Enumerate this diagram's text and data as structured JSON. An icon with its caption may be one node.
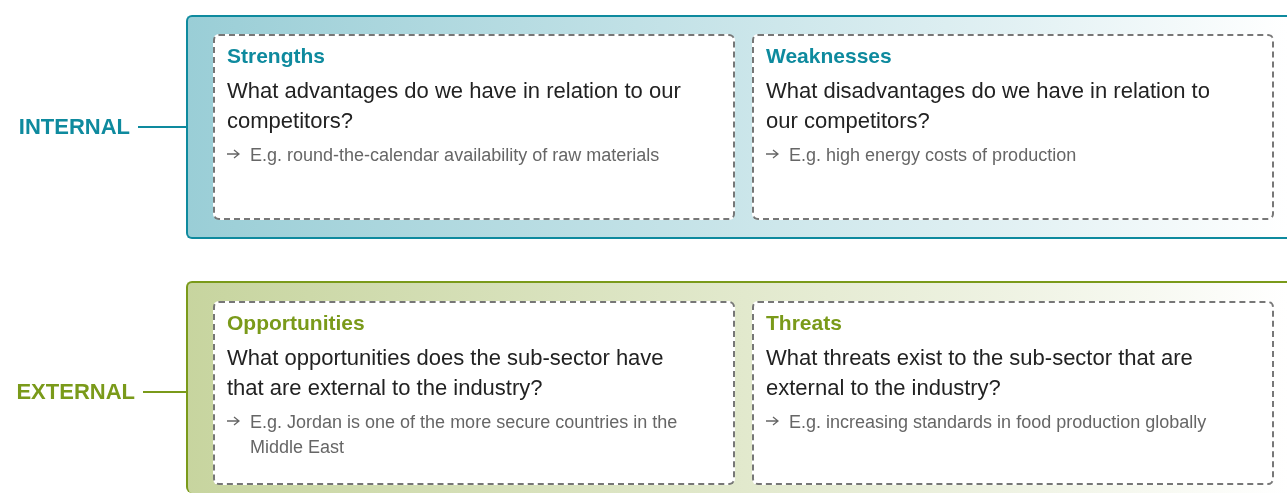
{
  "diagram": {
    "nodes": [
      {
        "text": [
          "INTERNAL"
        ]
      },
      {
        "text": [],
        "shape": "box"
      },
      {
        "text": [
          "Strengths",
          "What advantages do we have in relation to our competitors?",
          "E.g. round-the-calendar availability of raw materials"
        ],
        "in": 1
      },
      {
        "text": [
          "Weaknesses",
          "What disadvantages do we have in relation to our competitors?",
          "E.g. high energy costs of production"
        ],
        "in": 1
      },
      {
        "text": [
          "EXTERNAL"
        ]
      },
      {
        "text": [],
        "shape": "box"
      },
      {
        "text": [
          "Opportunities",
          "What opportunities does the sub-sector have that are external to the industry?",
          "E.g. Jordan is one of the more secure countries in the Middle East"
        ],
        "in": 5
      },
      {
        "text": [
          "Threats",
          "What threats exist to the sub-sector that are external to the industry?",
          "E.g. increasing standards in food production globally"
        ],
        "in": 5
      }
    ],
    "edges": [
      {
        "from": 0,
        "to": 1,
        "arrow": "none",
        "color": "#0e8a9e"
      },
      {
        "from": 4,
        "to": 5,
        "arrow": "none",
        "color": "#7a9a1a"
      }
    ]
  }
}
